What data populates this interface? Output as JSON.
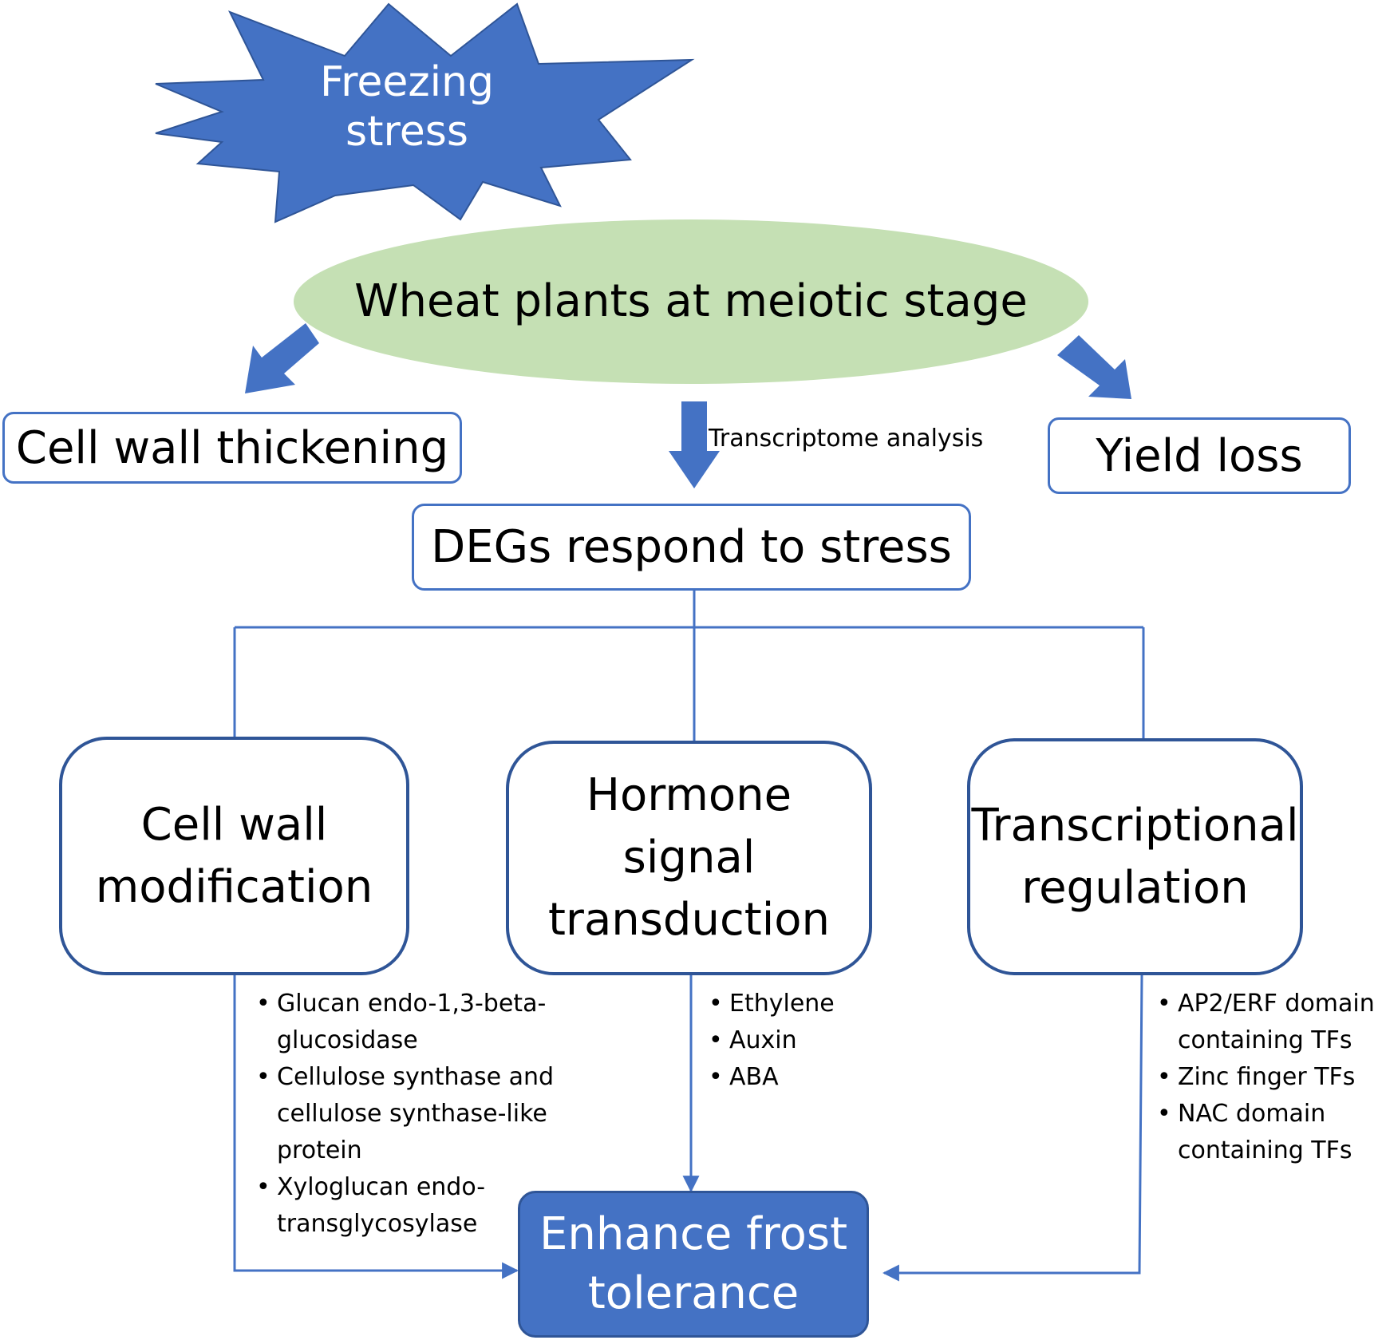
{
  "stress": {
    "line1": "Freezing",
    "line2": "stress"
  },
  "plant": {
    "label": "Wheat plants at meiotic stage"
  },
  "effects": {
    "left": "Cell wall thickening",
    "right": "Yield loss",
    "analysis_label": "Transcriptome analysis"
  },
  "degs": {
    "label": "DEGs respond to stress"
  },
  "categories": [
    {
      "lines": [
        "Cell wall",
        "modification"
      ]
    },
    {
      "lines": [
        "Hormone",
        "signal",
        "transduction"
      ]
    },
    {
      "lines": [
        "Transcriptional",
        "regulation"
      ]
    }
  ],
  "genes": {
    "cell_wall": [
      "Glucan endo-1,3-beta-glucosidase",
      "Cellulose synthase and cellulose synthase-like protein",
      "Xyloglucan endo-transglycosylase"
    ],
    "hormone": [
      "Ethylene",
      "Auxin",
      "ABA"
    ],
    "transcription": [
      "AP2/ERF domain containing TFs",
      "Zinc finger TFs",
      "NAC domain containing TFs"
    ]
  },
  "outcome": {
    "line1": "Enhance frost",
    "line2": "tolerance"
  },
  "colors": {
    "blue": "#4472c4",
    "dark_blue": "#2f5597",
    "green": "#c5e0b4",
    "white": "#ffffff"
  }
}
